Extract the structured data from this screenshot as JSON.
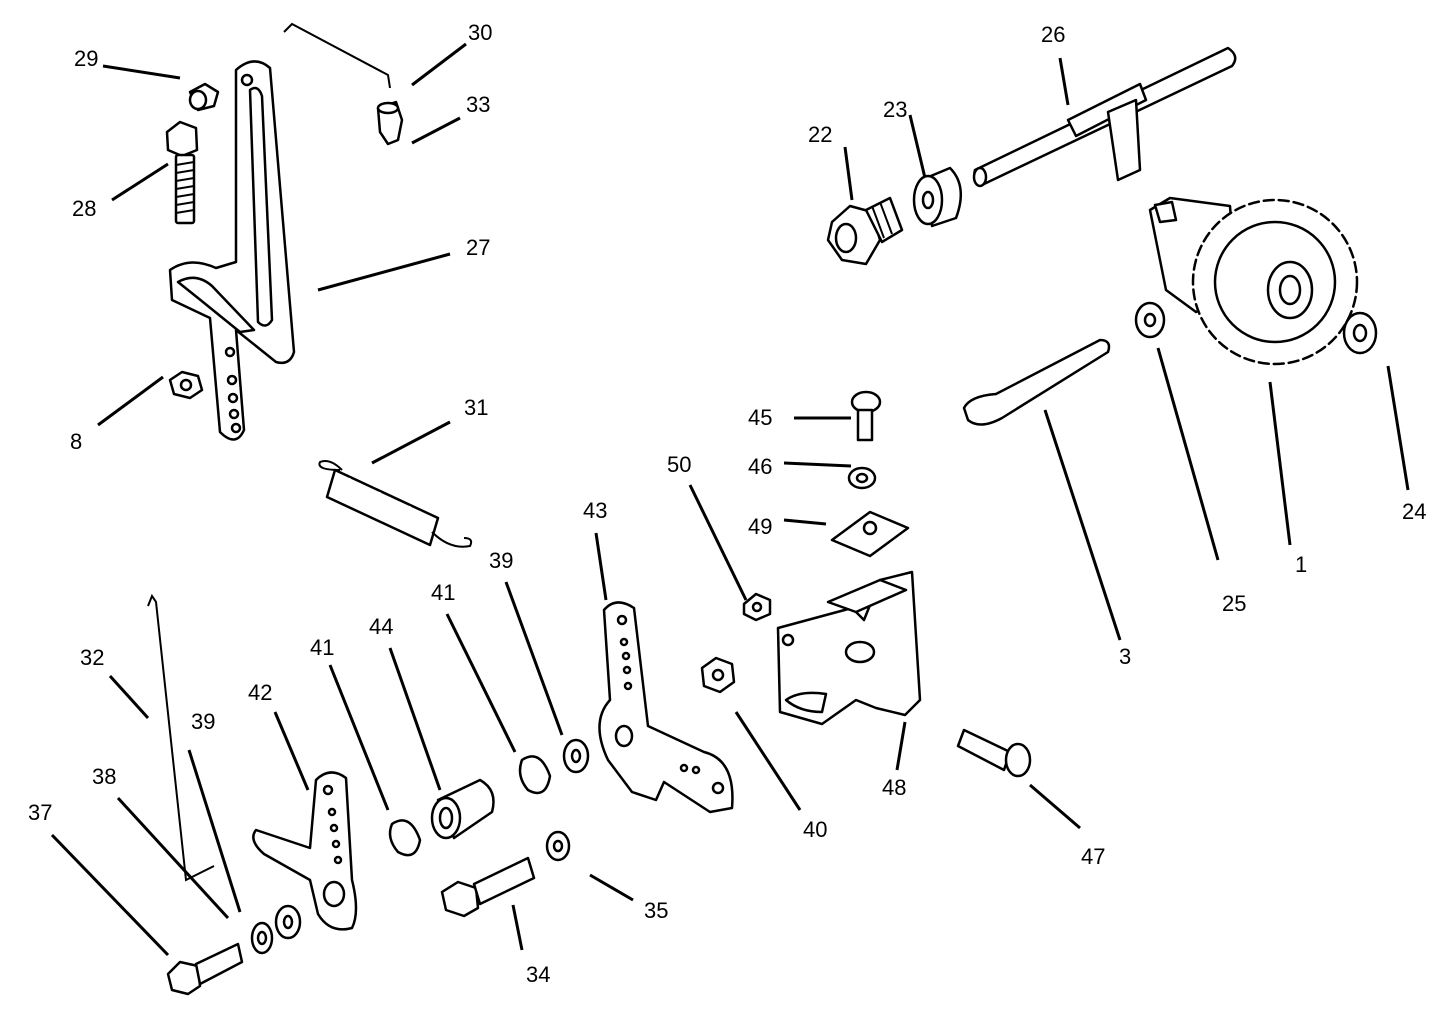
{
  "callouts": {
    "c1": "1",
    "c3": "3",
    "c8": "8",
    "c22": "22",
    "c23": "23",
    "c24": "24",
    "c25": "25",
    "c26": "26",
    "c27": "27",
    "c28": "28",
    "c29": "29",
    "c30": "30",
    "c31": "31",
    "c32": "32",
    "c33": "33",
    "c34": "34",
    "c35": "35",
    "c37": "37",
    "c38": "38",
    "c39a": "39",
    "c39b": "39",
    "c40": "40",
    "c41a": "41",
    "c41b": "41",
    "c42": "42",
    "c43": "43",
    "c44": "44",
    "c45": "45",
    "c46": "46",
    "c47": "47",
    "c48": "48",
    "c49": "49",
    "c50": "50"
  },
  "colors": {
    "ink": "#000000",
    "paper": "#ffffff"
  }
}
